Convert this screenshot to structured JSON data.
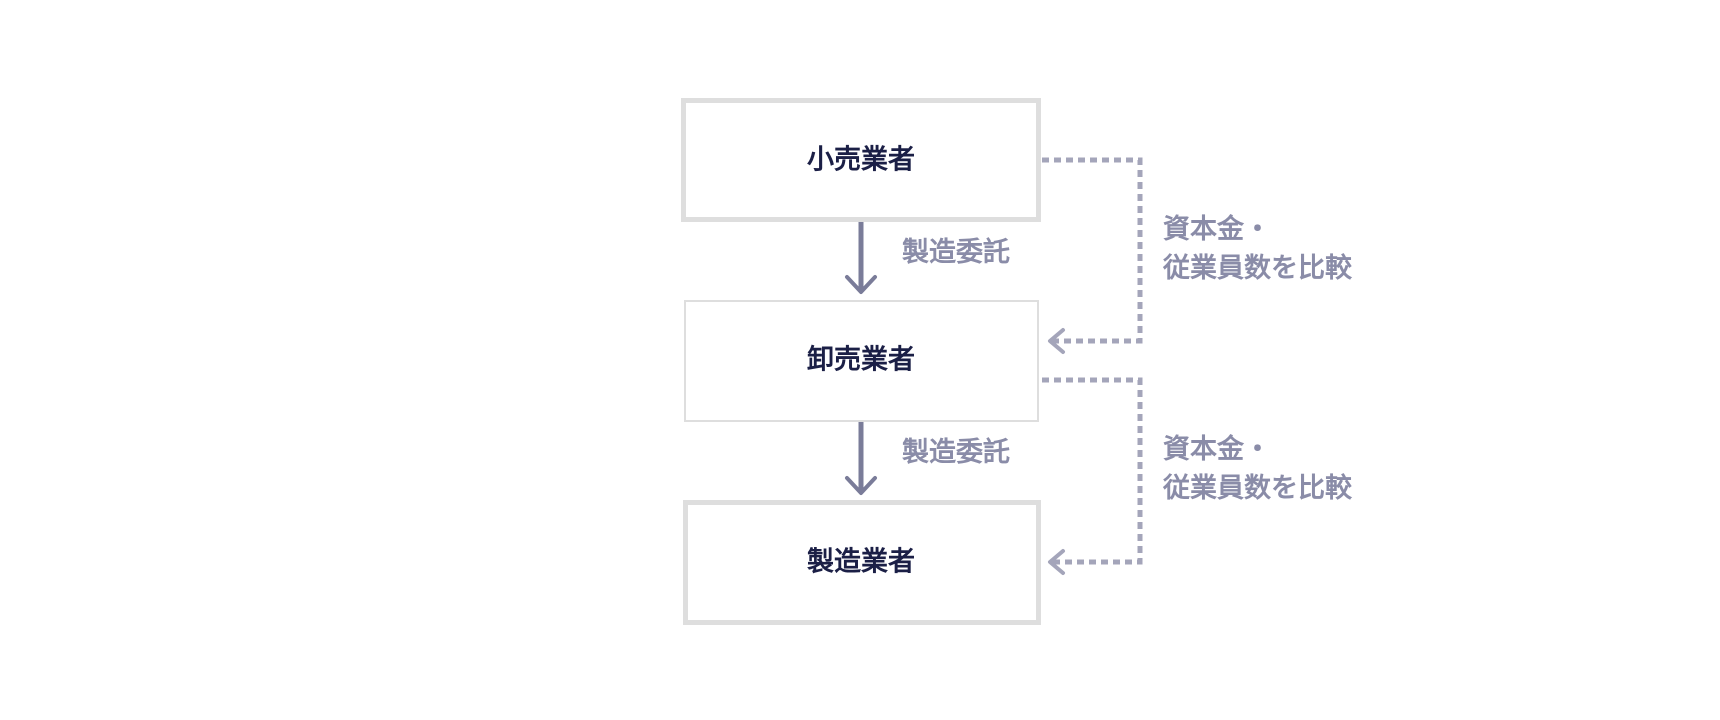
{
  "nodes": {
    "retailer": "小売業者",
    "wholesaler": "卸売業者",
    "manufacturer": "製造業者"
  },
  "edges": {
    "retailer_to_wholesaler": "製造委託",
    "wholesaler_to_manufacturer": "製造委託"
  },
  "comparisons": {
    "first": {
      "line1": "資本金・",
      "line2": "従業員数を比較"
    },
    "second": {
      "line1": "資本金・",
      "line2": "従業員数を比較"
    }
  },
  "colors": {
    "node_text": "#1b1f46",
    "node_border": "#dedede",
    "solid_arrow": "#7a7c99",
    "dashed_arrow": "#a4a5ba",
    "label_text": "#8a8ca8"
  }
}
